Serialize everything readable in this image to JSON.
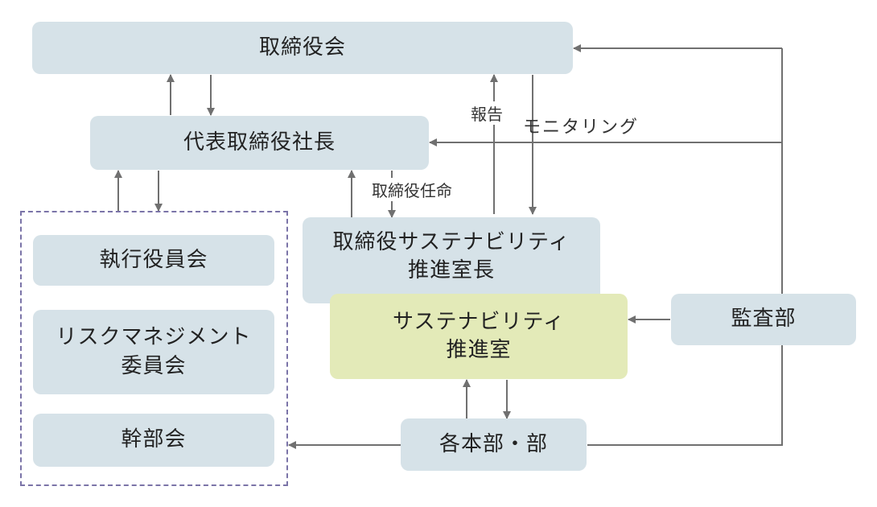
{
  "nodes": {
    "board": "取締役会",
    "president": "代表取締役社長",
    "executive_committee": "執行役員会",
    "risk_committee": [
      "リスクマネジメント",
      "委員会"
    ],
    "management_meeting": "幹部会",
    "sustainability_director": [
      "取締役サステナビリティ",
      "推進室長"
    ],
    "sustainability_office": [
      "サステナビリティ",
      "推進室"
    ],
    "audit": "監査部",
    "divisions": "各本部・部"
  },
  "edge_labels": {
    "report": "報告",
    "monitoring": "モニタリング",
    "appointment": "取締役任命"
  },
  "colors": {
    "box": "#d6e2e8",
    "highlight": "#e3eab8",
    "line": "#707070",
    "dashed_border": "#7b74a8"
  }
}
